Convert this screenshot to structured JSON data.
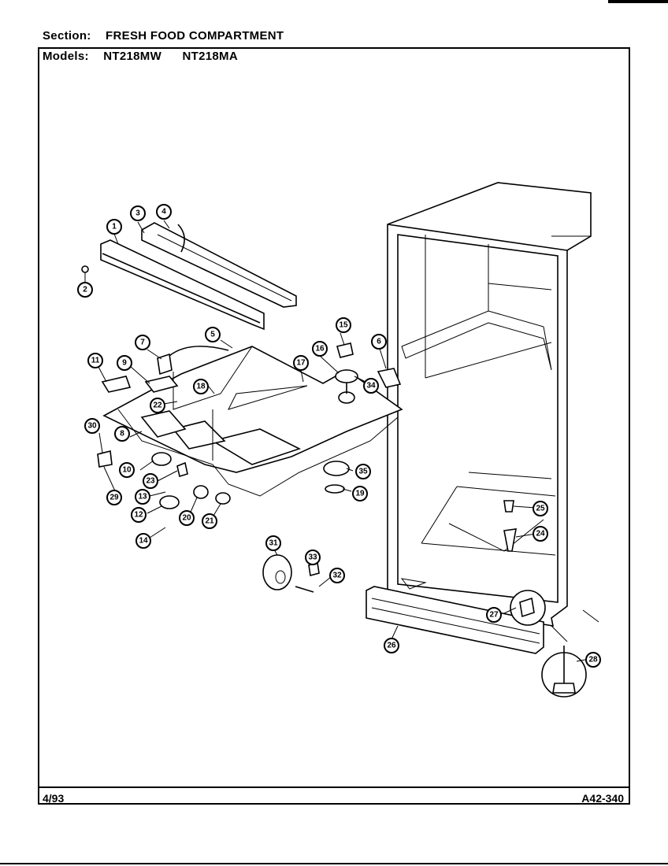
{
  "header": {
    "section_label": "Section:",
    "section_value": "FRESH FOOD COMPARTMENT",
    "models_label": "Models:",
    "models": [
      "NT218MW",
      "NT218MA"
    ]
  },
  "footer": {
    "date": "4/93",
    "code": "A42-340"
  },
  "callouts": [
    "1",
    "2",
    "3",
    "4",
    "5",
    "6",
    "7",
    "8",
    "9",
    "10",
    "11",
    "12",
    "13",
    "14",
    "15",
    "16",
    "17",
    "18",
    "19",
    "20",
    "21",
    "22",
    "23",
    "24",
    "25",
    "26",
    "27",
    "28",
    "29",
    "30",
    "31",
    "32",
    "33",
    "34",
    "35"
  ]
}
